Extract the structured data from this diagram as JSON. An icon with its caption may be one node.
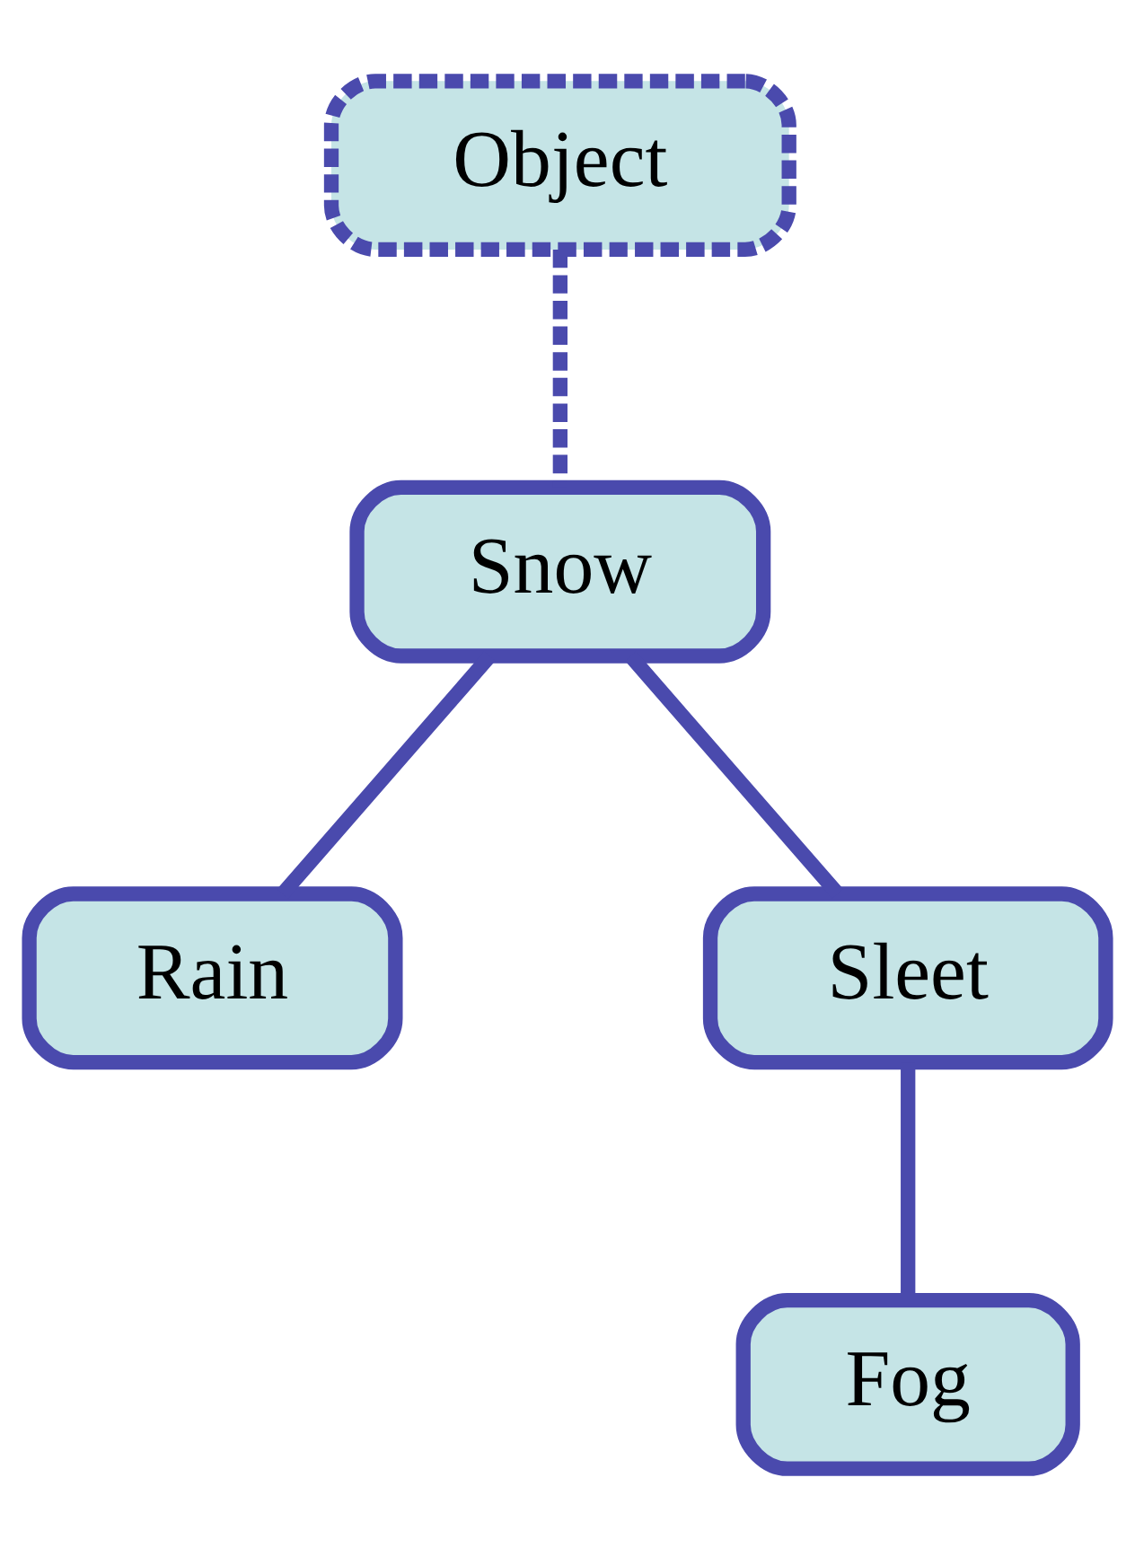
{
  "diagram": {
    "nodes": [
      {
        "text": [
          "Object"
        ]
      },
      {
        "text": [
          "Snow"
        ]
      },
      {
        "text": [
          "Rain"
        ]
      },
      {
        "text": [
          "Sleet"
        ]
      },
      {
        "text": [
          "Fog"
        ]
      }
    ],
    "edges": [
      {
        "from": 0,
        "to": 1,
        "arrow": "none",
        "style": "dashed"
      },
      {
        "from": 1,
        "to": 2,
        "arrow": "none"
      },
      {
        "from": 1,
        "to": 3,
        "arrow": "none"
      },
      {
        "from": 3,
        "to": 4,
        "arrow": "none"
      }
    ]
  }
}
